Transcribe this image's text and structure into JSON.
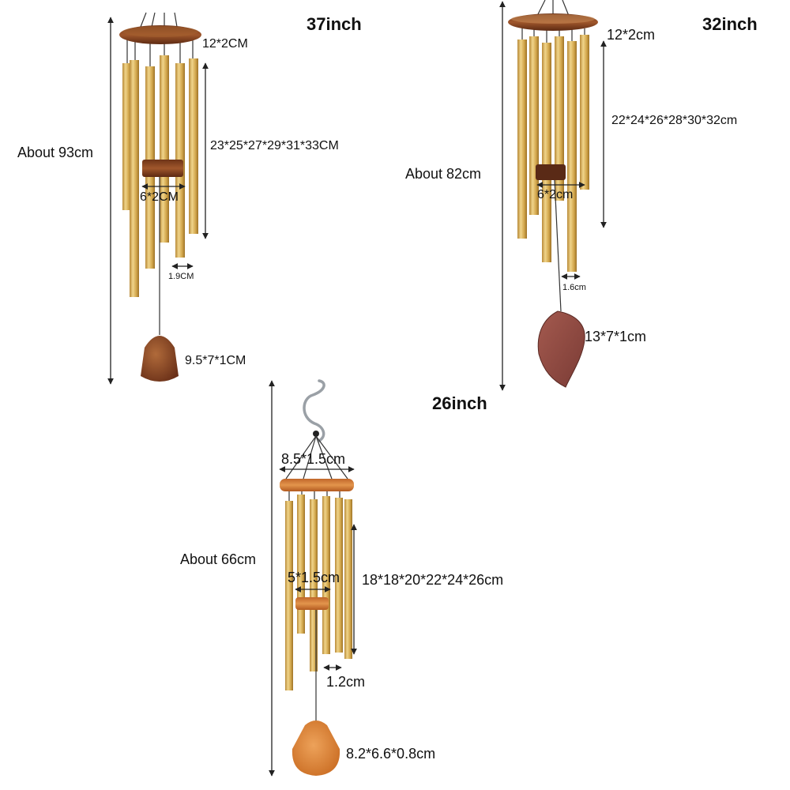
{
  "chime_37": {
    "size_label": "37inch",
    "total_length": "About 93cm",
    "top_ring": "12*2CM",
    "tube_lengths": "23*25*27*29*31*33CM",
    "striker": "6*2CM",
    "tube_diameter": "1.9CM",
    "sail": "9.5*7*1CM"
  },
  "chime_32": {
    "size_label": "32inch",
    "total_length": "About 82cm",
    "top_ring": "12*2cm",
    "tube_lengths": "22*24*26*28*30*32cm",
    "striker": "6*2cm",
    "tube_diameter": "1.6cm",
    "sail": "13*7*1cm"
  },
  "chime_26": {
    "size_label": "26inch",
    "total_length": "About 66cm",
    "top_ring": "8.5*1.5cm",
    "tube_lengths": "18*18*20*22*24*26cm",
    "striker": "5*1.5cm",
    "tube_diameter": "1.2cm",
    "sail": "8.2*6.6*0.8cm"
  },
  "colors": {
    "tube_gold": "#d8b25c",
    "wood_brown": "#8a4a25",
    "wood_orange": "#d7833b",
    "leaf_brown": "#8b4a43"
  }
}
